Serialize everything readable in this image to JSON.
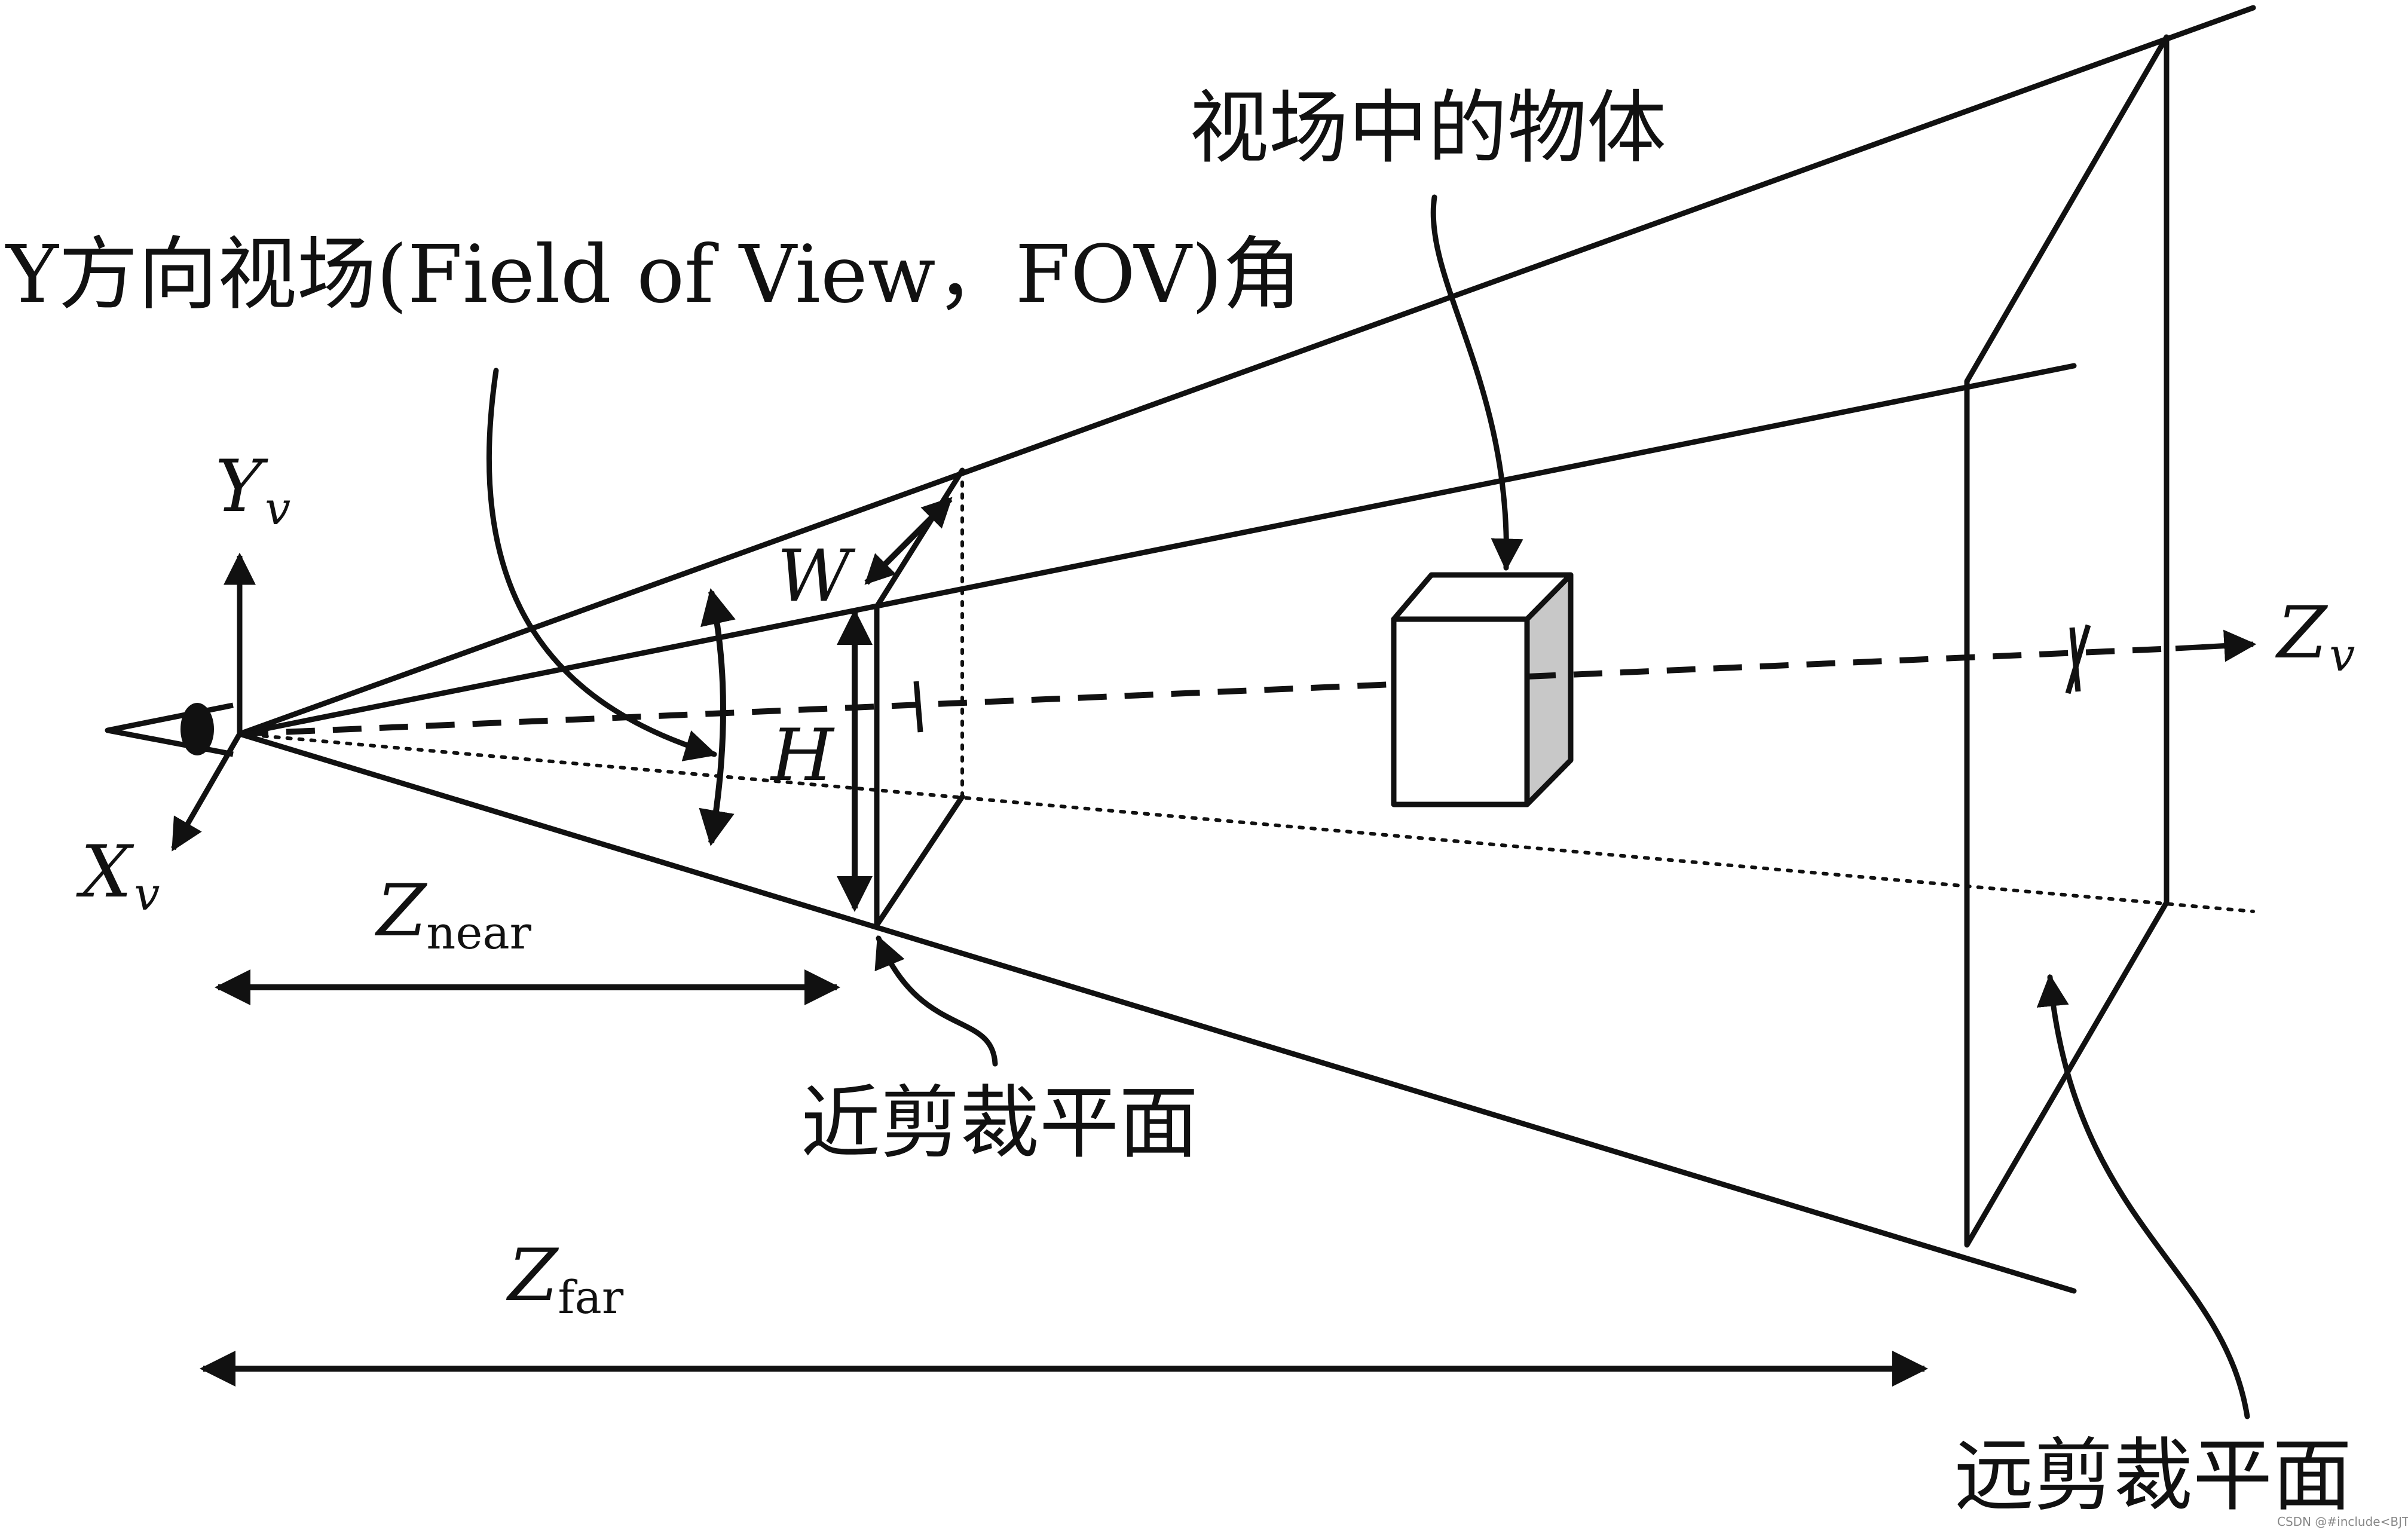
{
  "labels": {
    "object_in_view": "视场中的物体",
    "fov_angle": "Y方向视场(Field of View，FOV)角",
    "near_plane": "近剪裁平面",
    "far_plane": "远剪裁平面",
    "W": "W",
    "H": "H",
    "Yv": {
      "main": "Y",
      "sub": "v"
    },
    "Xv": {
      "main": "X",
      "sub": "v"
    },
    "Zv": {
      "main": "Z",
      "sub": "v"
    },
    "Znear": {
      "main": "Z",
      "sub": "near"
    },
    "Zfar": {
      "main": "Z",
      "sub": "far"
    }
  },
  "watermark": "CSDN @#include<BJTU>"
}
